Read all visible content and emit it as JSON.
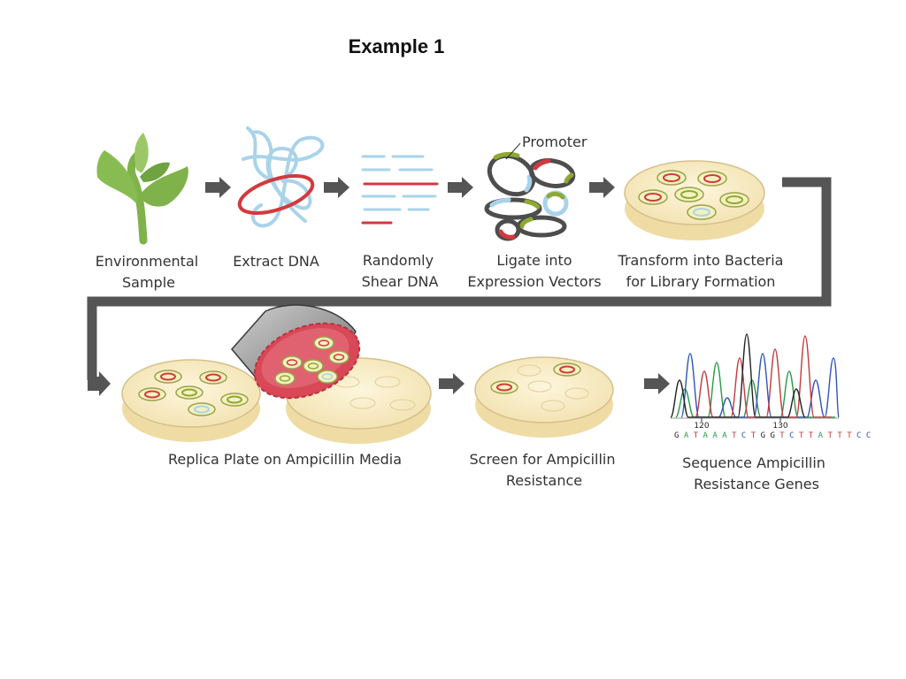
{
  "title": "Example 1",
  "labels": {
    "environmental_sample_1": "Environmental",
    "environmental_sample_2": "Sample",
    "extract_dna": "Extract DNA",
    "randomly_shear_1": "Randomly",
    "randomly_shear_2": "Shear DNA",
    "ligate_1": "Ligate into",
    "ligate_2": "Expression Vectors",
    "transform_1": "Transform into Bacteria",
    "transform_2": "for Library Formation",
    "promoter": "Promoter",
    "replica_plate": "Replica Plate on Ampicillin Media",
    "screen_1": "Screen for Ampicillin",
    "screen_2": "Resistance",
    "sequence_1": "Sequence Ampicillin",
    "sequence_2": "Resistance Genes"
  },
  "chromatogram": {
    "tick_120": "120",
    "tick_130": "130",
    "sequence": "GATAAATCTGGTCTTATTTCC"
  },
  "colors": {
    "plant_green": "#7fb24a",
    "dna_blue": "#a9d3ea",
    "dna_red": "#d2393f",
    "plate_agar": "#f7ebc4",
    "stamp_red": "#d84857",
    "arrow_gray": "#555555",
    "vector_gray": "#4d4d4d",
    "promoter_green": "#8fa832"
  }
}
